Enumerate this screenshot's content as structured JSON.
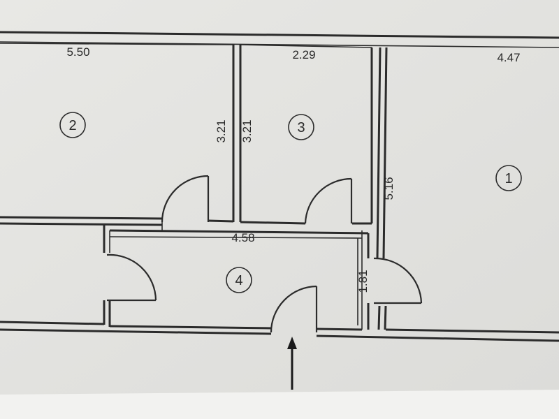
{
  "rooms": [
    {
      "number": "1"
    },
    {
      "number": "2"
    },
    {
      "number": "3"
    },
    {
      "number": "4"
    }
  ],
  "dimensions": {
    "room2_width": "5.50",
    "room3_width": "2.29",
    "room1_width": "4.47",
    "room2_depth": "3.21",
    "room3_depth": "3.21",
    "room1_depth": "5.16",
    "hall_width": "4.58",
    "hall_depth": "1.81"
  },
  "colors": {
    "paper": "#e6e6e3",
    "ink": "#2b2b2b",
    "background": "#d8d8d6"
  }
}
